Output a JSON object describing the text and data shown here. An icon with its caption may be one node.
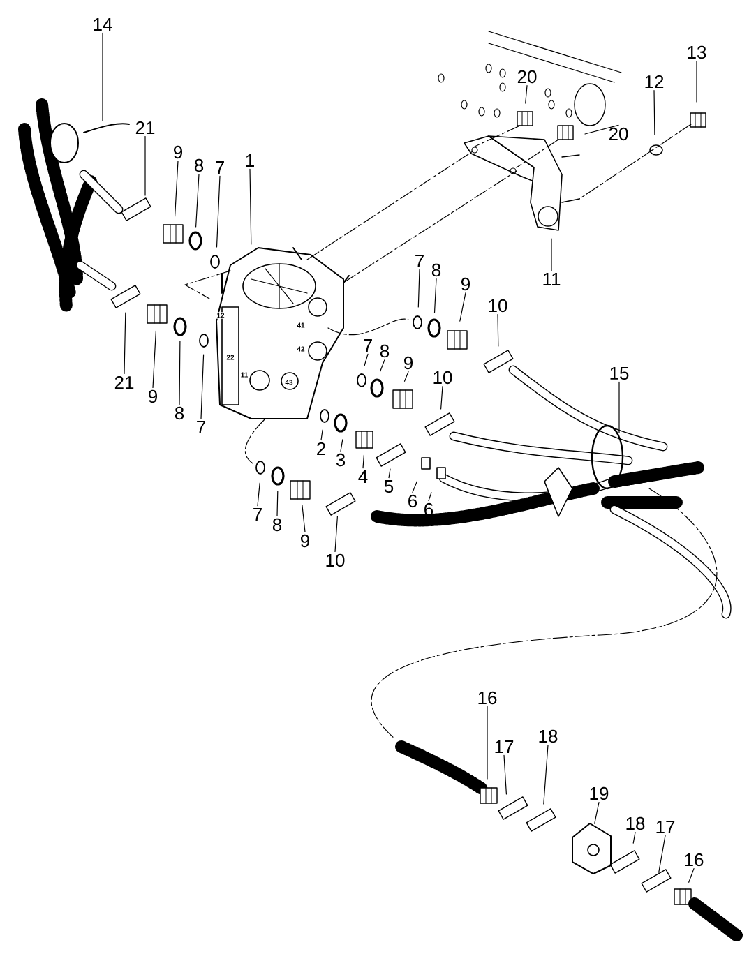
{
  "diagram": {
    "nodes": [
      {
        "text": [
          "14"
        ]
      },
      {
        "text": [
          "21"
        ]
      },
      {
        "text": [
          "9"
        ]
      },
      {
        "text": [
          "8"
        ]
      },
      {
        "text": [
          "7"
        ]
      },
      {
        "text": [
          "1"
        ]
      },
      {
        "text": [
          "20"
        ]
      },
      {
        "text": [
          "20"
        ]
      },
      {
        "text": [
          "13"
        ]
      },
      {
        "text": [
          "12"
        ]
      },
      {
        "text": [
          "11"
        ]
      },
      {
        "text": [
          "7"
        ]
      },
      {
        "text": [
          "8"
        ]
      },
      {
        "text": [
          "9"
        ]
      },
      {
        "text": [
          "10"
        ]
      },
      {
        "text": [
          "21"
        ]
      },
      {
        "text": [
          "9"
        ]
      },
      {
        "text": [
          "8"
        ]
      },
      {
        "text": [
          "7"
        ]
      },
      {
        "text": [
          "7"
        ]
      },
      {
        "text": [
          "8"
        ]
      },
      {
        "text": [
          "9"
        ]
      },
      {
        "text": [
          "10"
        ]
      },
      {
        "text": [
          "15"
        ]
      },
      {
        "text": [
          "2"
        ]
      },
      {
        "text": [
          "3"
        ]
      },
      {
        "text": [
          "4"
        ]
      },
      {
        "text": [
          "5"
        ]
      },
      {
        "text": [
          "6"
        ]
      },
      {
        "text": [
          "6"
        ]
      },
      {
        "text": [
          "7"
        ]
      },
      {
        "text": [
          "8"
        ]
      },
      {
        "text": [
          "9"
        ]
      },
      {
        "text": [
          "10"
        ]
      },
      {
        "text": [
          "16"
        ]
      },
      {
        "text": [
          "17"
        ]
      },
      {
        "text": [
          "18"
        ]
      },
      {
        "text": [
          "19"
        ]
      },
      {
        "text": [
          "18"
        ]
      },
      {
        "text": [
          "17"
        ]
      },
      {
        "text": [
          "16"
        ]
      }
    ],
    "edges": [
      {
        "from": 0,
        "to": null,
        "arrow": "none"
      },
      {
        "from": 1,
        "to": null,
        "arrow": "none"
      },
      {
        "from": 2,
        "to": null,
        "arrow": "none"
      },
      {
        "from": 3,
        "to": null,
        "arrow": "none"
      },
      {
        "from": 4,
        "to": null,
        "arrow": "none"
      },
      {
        "from": 5,
        "to": null,
        "arrow": "none"
      },
      {
        "from": 6,
        "to": null,
        "arrow": "none"
      },
      {
        "from": 7,
        "to": null,
        "arrow": "none"
      },
      {
        "from": 8,
        "to": null,
        "arrow": "none"
      },
      {
        "from": 9,
        "to": null,
        "arrow": "none"
      },
      {
        "from": 10,
        "to": null,
        "arrow": "none"
      },
      {
        "from": 11,
        "to": null,
        "arrow": "none"
      },
      {
        "from": 12,
        "to": null,
        "arrow": "none"
      },
      {
        "from": 13,
        "to": null,
        "arrow": "none"
      },
      {
        "from": 14,
        "to": null,
        "arrow": "none"
      },
      {
        "from": 15,
        "to": null,
        "arrow": "none"
      },
      {
        "from": 16,
        "to": null,
        "arrow": "none"
      },
      {
        "from": 17,
        "to": null,
        "arrow": "none"
      },
      {
        "from": 18,
        "to": null,
        "arrow": "none"
      },
      {
        "from": 19,
        "to": null,
        "arrow": "none"
      },
      {
        "from": 20,
        "to": null,
        "arrow": "none"
      },
      {
        "from": 21,
        "to": null,
        "arrow": "none"
      },
      {
        "from": 22,
        "to": null,
        "arrow": "none"
      },
      {
        "from": 23,
        "to": null,
        "arrow": "none"
      },
      {
        "from": 24,
        "to": null,
        "arrow": "none"
      },
      {
        "from": 25,
        "to": null,
        "arrow": "none"
      },
      {
        "from": 26,
        "to": null,
        "arrow": "none"
      },
      {
        "from": 27,
        "to": null,
        "arrow": "none"
      },
      {
        "from": 28,
        "to": null,
        "arrow": "none"
      },
      {
        "from": 29,
        "to": null,
        "arrow": "none"
      },
      {
        "from": 30,
        "to": null,
        "arrow": "none"
      },
      {
        "from": 31,
        "to": null,
        "arrow": "none"
      },
      {
        "from": 32,
        "to": null,
        "arrow": "none"
      },
      {
        "from": 33,
        "to": null,
        "arrow": "none"
      },
      {
        "from": 34,
        "to": null,
        "arrow": "none"
      },
      {
        "from": 35,
        "to": null,
        "arrow": "none"
      },
      {
        "from": 36,
        "to": null,
        "arrow": "none"
      },
      {
        "from": 37,
        "to": null,
        "arrow": "none"
      },
      {
        "from": 38,
        "to": null,
        "arrow": "none"
      },
      {
        "from": 39,
        "to": null,
        "arrow": "none"
      },
      {
        "from": 40,
        "to": null,
        "arrow": "none"
      }
    ],
    "labels": [
      "12",
      "41",
      "42",
      "22",
      "11",
      "43"
    ]
  }
}
